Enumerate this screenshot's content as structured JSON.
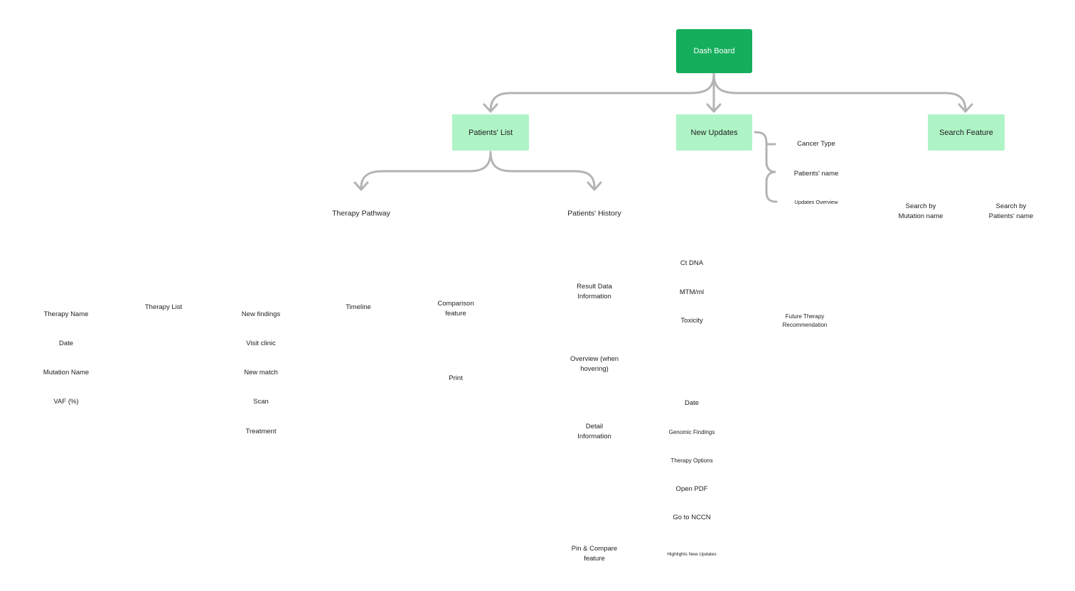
{
  "diagram": {
    "root": {
      "label": "Dash Board"
    },
    "branches": {
      "patients_list": "Patients' List",
      "new_updates": "New Updates",
      "search_feature": "Search Feature"
    },
    "new_updates_items": {
      "cancer_type": "Cancer Type",
      "patients_name": "Patients' name",
      "updates_overview": "Updates Overview"
    },
    "search_items": {
      "by_mutation": "Search by\nMutation name",
      "by_patient": "Search by\nPatients' name"
    },
    "patients_list_children": {
      "therapy_pathway": "Therapy Pathway",
      "patients_history": "Patients' History"
    },
    "therapy_name_col": {
      "therapy_name": "Therapy Name",
      "date": "Date",
      "mutation_name": "Mutation Name",
      "vaf": "VAF (%)"
    },
    "therapy_list": "Therapy List",
    "timeline_events": {
      "new_findings": "New findings",
      "visit_clinic": "Visit clinic",
      "new_match": "New match",
      "scan": "Scan",
      "treatment": "Treatment"
    },
    "timeline": "Timeline",
    "comparison_feature": "Comparison\nfeature",
    "print": "Print",
    "history_sections": {
      "result_data": "Result Data\nInformation",
      "overview_hover": "Overview (when\nhovering)",
      "detail_info": "Detail\nInformation",
      "pin_compare": "Pin & Compare\nfeature"
    },
    "result_items": {
      "ct_dna": "Ct DNA",
      "mtm_ml": "MTM/ml",
      "toxicity": "Toxicity"
    },
    "future_therapy": "Future Therapy\nRecommendation",
    "detail_items": {
      "date": "Date",
      "genomic_findings": "Genomic Findings",
      "therapy_options": "Therapy Options",
      "open_pdf": "Open PDF",
      "go_to_nccn": "Go to NCCN",
      "highlights": "Highlights New Updates"
    },
    "colors": {
      "root": "#14ae5c",
      "branch": "#aff4c6",
      "connector": "#b3b3b3"
    }
  }
}
